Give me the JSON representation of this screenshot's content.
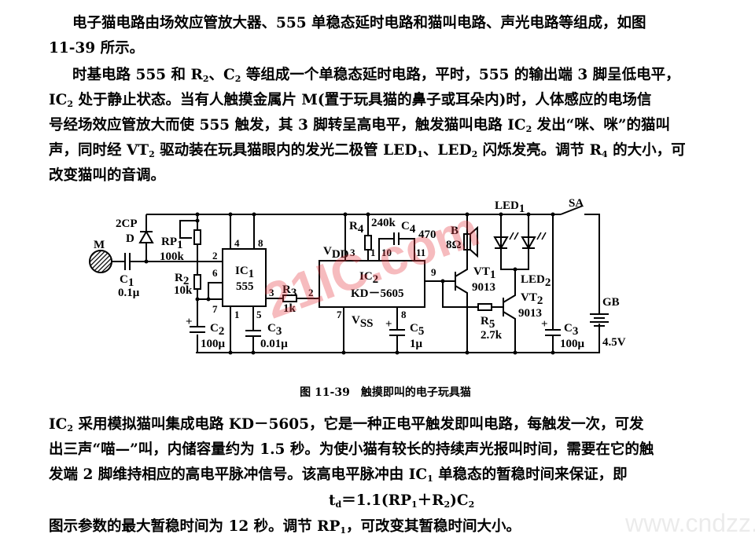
{
  "document": {
    "paragraph1": [
      [
        "电子猫电路由场效应管放大器、555 单稳态延时电路和猫叫电路、声光电路等组成，如图"
      ],
      [
        "11-39 所示。"
      ]
    ],
    "paragraph2": [
      [
        "时基电路 555 和 R",
        {
          "sub": "2"
        },
        "、C",
        {
          "sub": "2"
        },
        " 等组成一个单稳态延时电路，平时，555 的输出端 3 脚呈低电平，"
      ],
      [
        "IC",
        {
          "sub": "2"
        },
        " 处于静止状态。当有人触摸金属片 M(置于玩具猫的鼻子或耳朵内)时，人体感应的电场信"
      ],
      [
        "号经场效应管放大而使 555 触发，其 3 脚转呈高电平，触发猫叫电路 IC",
        {
          "sub": "2"
        },
        " 发出“咪、咪”的猫叫"
      ],
      [
        "声，同时经 VT",
        {
          "sub": "2"
        },
        " 驱动装在玩具猫眼内的发光二极管 LED",
        {
          "sub": "1"
        },
        "、LED",
        {
          "sub": "2"
        },
        " 闪烁发亮。调节 R",
        {
          "sub": "4"
        },
        " 的大小，可"
      ],
      [
        "改变猫叫的音调。"
      ]
    ],
    "figure_caption": "图 11-39　触摸即叫的电子玩具猫",
    "paragraph3": [
      [
        "IC",
        {
          "sub": "2"
        },
        " 采用模拟猫叫集成电路 KD－5605，它是一种正电平触发即叫电路，每触发一次，可发"
      ],
      [
        "出三声“喵—”叫，内储容量约为 1.5 秒。为使小猫有较长的持续声光报叫时间，需要在它的触"
      ],
      [
        "发端 2 脚维持相应的高电平脉冲信号。该高电平脉冲由 IC",
        {
          "sub": "1"
        },
        " 单稳态的暂稳时间来保证，即"
      ]
    ],
    "formula": [
      "t",
      {
        "sub": "d"
      },
      "＝1.1(RP",
      {
        "sub": "1"
      },
      "＋R",
      {
        "sub": "2"
      },
      ")C",
      {
        "sub": "2"
      }
    ],
    "paragraph4": [
      [
        "图示参数的最大暂稳时间为 12 秒。调节 RP",
        {
          "sub": "1"
        },
        "，可改变其暂稳时间大小。"
      ]
    ]
  },
  "circuit": {
    "M": "M",
    "C1": "C",
    "C1_sub": "1",
    "C1_val": "0.1μ",
    "D_type": "2CP",
    "D": "D",
    "RP1": "RP",
    "RP1_sub": "1",
    "RP1_val": "100k",
    "R2": "R",
    "R2_sub": "2",
    "R2_val": "10k",
    "C2": "C",
    "C2_sub": "2",
    "C2_val": "100μ",
    "IC1": "IC",
    "IC1_sub": "1",
    "IC1_type": "555",
    "IC1_pins": {
      "p4": "4",
      "p8": "8",
      "p2": "2",
      "p6": "6",
      "p7": "7",
      "p1": "1",
      "p5": "5",
      "p3": "3"
    },
    "C3a": "C",
    "C3a_sub": "3",
    "C3a_val": "0.01μ",
    "R3": "R",
    "R3_sub": "3",
    "R3_val": "1k",
    "IC2": "IC",
    "IC2_sub": "2",
    "IC2_type": "KD－5605",
    "VDD": "V",
    "VDD_sub": "DD",
    "VSS": "V",
    "VSS_sub": "SS",
    "IC2_pins": {
      "p3": "3",
      "p1": "1",
      "p10": "10",
      "p11": "11",
      "p2": "2",
      "p7": "7",
      "p8": "8",
      "p9": "9"
    },
    "R4": "R",
    "R4_sub": "4",
    "R4_val": "240k",
    "C4": "C",
    "C4_sub": "4",
    "C4_val": "470",
    "C5": "C",
    "C5_sub": "5",
    "C5_val": "1μ",
    "B": "B",
    "B_val": "8Ω",
    "VT1": "VT",
    "VT1_sub": "1",
    "VT1_val": "9013",
    "VT2": "VT",
    "VT2_sub": "2",
    "VT2_val": "9013",
    "R5": "R",
    "R5_sub": "5",
    "R5_val": "2.7k",
    "LED1": "LED",
    "LED1_sub": "1",
    "LED2": "LED",
    "LED2_sub": "2",
    "C3b": "C",
    "C3b_sub": "3",
    "C3b_val": "100μ",
    "SA": "SA",
    "GB": "GB",
    "GB_val": "4.5V"
  },
  "watermarks": {
    "site1": "21IC.com",
    "site2": "www.cndzz.com"
  }
}
